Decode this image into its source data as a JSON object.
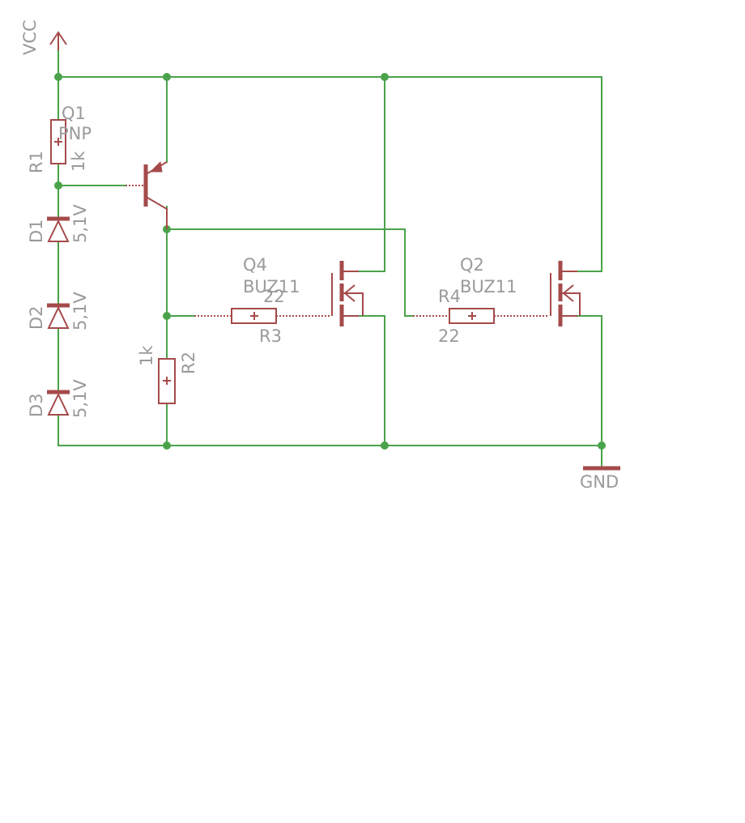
{
  "labels": {
    "vcc": "VCC",
    "gnd": "GND",
    "q1_name": "Q1",
    "q1_value": "PNP",
    "r1_name": "R1",
    "r1_value": "1k",
    "d1_name": "D1",
    "d1_value": "5,1V",
    "d2_name": "D2",
    "d2_value": "5,1V",
    "d3_name": "D3",
    "d3_value": "5,1V",
    "r2_name": "R2",
    "r2_value": "1k",
    "q4_name": "Q4",
    "q4_value": "BUZ11",
    "r3_name": "R3",
    "r3_value": "22",
    "q2_name": "Q2",
    "q2_value": "BUZ11",
    "r4_name": "R4",
    "r4_value": "22"
  },
  "colors": {
    "wire": "#4aa34a",
    "component": "#a54a4a",
    "label": "#9a9a9a",
    "background": "#ffffff"
  }
}
